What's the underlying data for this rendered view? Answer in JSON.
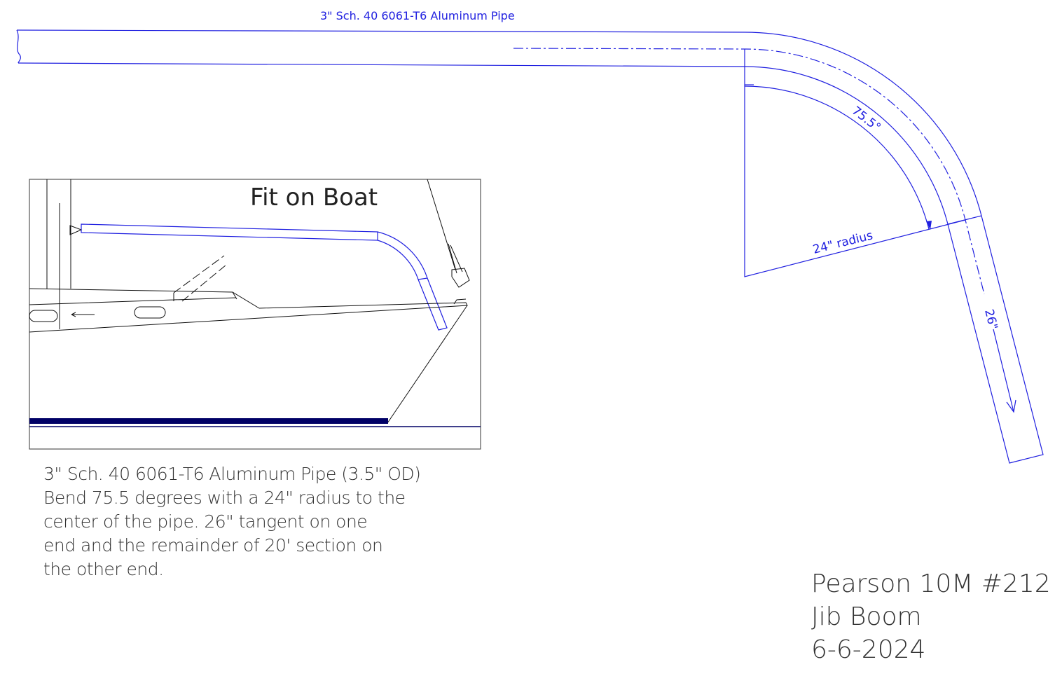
{
  "pipe_label": "3\" Sch. 40 6061-T6 Aluminum Pipe",
  "dimensions": {
    "angle": "75.5°",
    "radius": "24\" radius",
    "tangent": "26\""
  },
  "inset": {
    "title": "Fit on Boat"
  },
  "notes": [
    "3\" Sch. 40 6061-T6 Aluminum Pipe (3.5\" OD)",
    "Bend 75.5 degrees with a 24\" radius to the",
    "center of the pipe.  26\" tangent on one",
    "end and the remainder of 20' section on",
    "the other end."
  ],
  "title_block": [
    "Pearson 10M #212",
    "Jib Boom",
    "6-6-2024"
  ],
  "colors": {
    "pipe": "#2020e0",
    "waterline": "#000066"
  }
}
